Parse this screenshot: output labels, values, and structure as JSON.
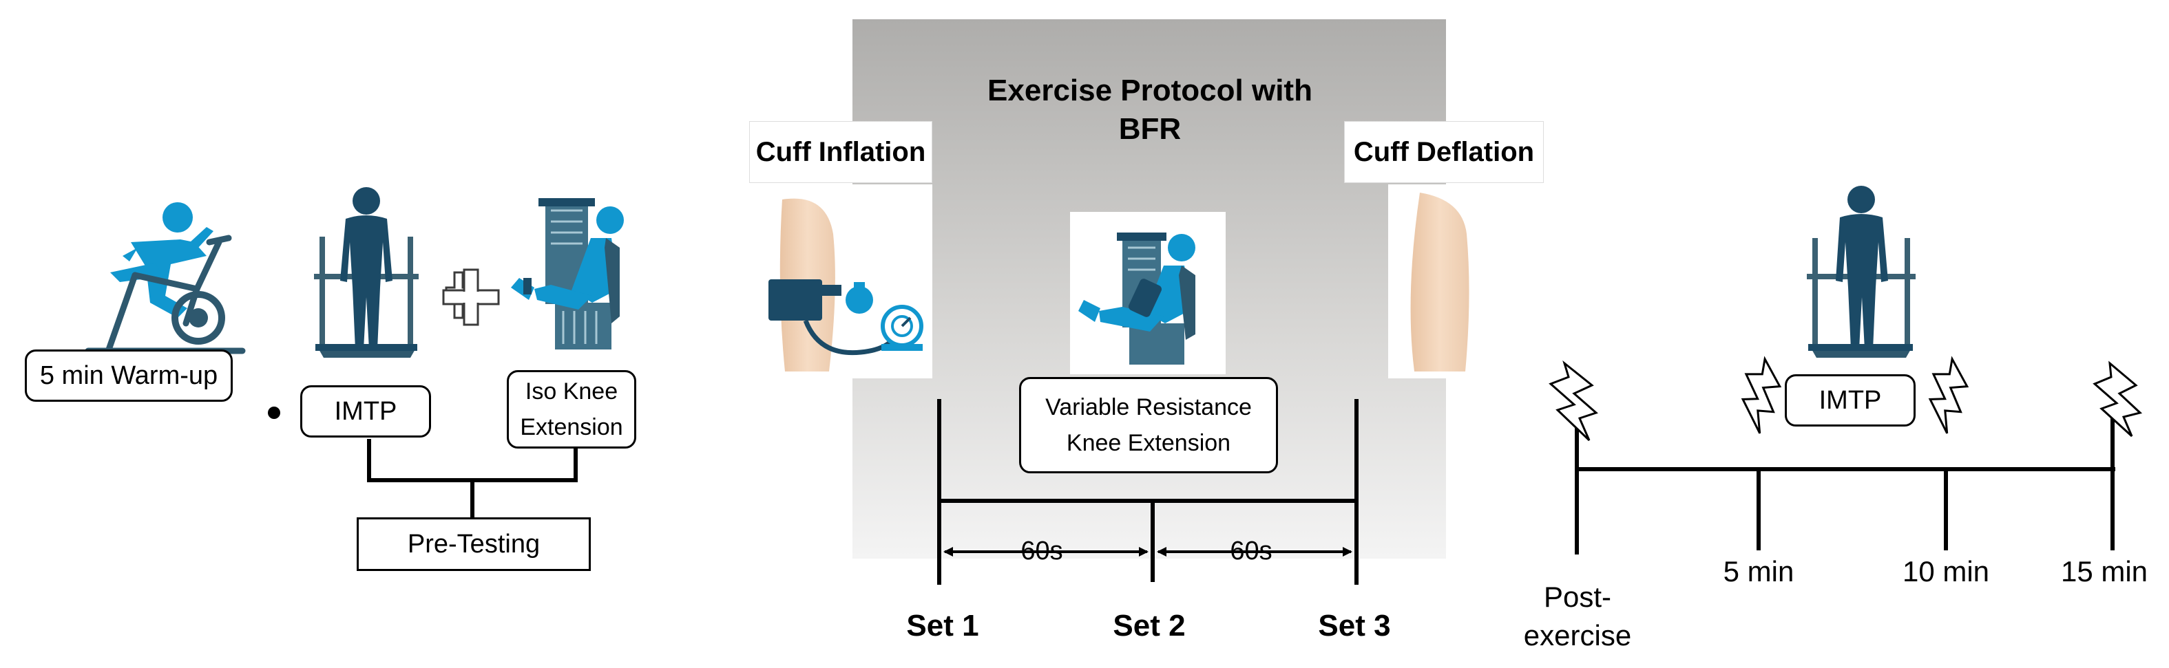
{
  "colors": {
    "accent_blue": "#1197cf",
    "dark_navy": "#1b4a66",
    "equipment_slate": "#3b6173",
    "bfr_gradient_top": "#aeadab",
    "bfr_gradient_bottom": "#ffffff",
    "skin": "#f2d2b6",
    "line": "#000000"
  },
  "pre_testing": {
    "warmup_label": "5 min Warm-up",
    "imtp_label": "IMTP",
    "iso_label_line1": "Iso Knee",
    "iso_label_line2": "Extension",
    "pretesting_label": "Pre-Testing",
    "icons": [
      "stationary-bike-icon",
      "imtp-platform-icon",
      "plus-icon",
      "knee-extension-machine-icon"
    ]
  },
  "bfr": {
    "title_line1": "Exercise Protocol with",
    "title_line2": "BFR",
    "cuff_inflation": "Cuff Inflation",
    "cuff_deflation": "Cuff Deflation",
    "exercise_line1": "Variable Resistance",
    "exercise_line2": "Knee Extension",
    "rest1": "60s",
    "rest2": "60s",
    "sets": [
      "Set 1",
      "Set 2",
      "Set 3"
    ],
    "icons": [
      "bp-cuff-icon",
      "leg-icon",
      "knee-extension-bfr-icon"
    ]
  },
  "post": {
    "imtp_label": "IMTP",
    "ticks": [
      "5 min",
      "10 min",
      "15 min"
    ],
    "post_line1": "Post-",
    "post_line2": "exercise",
    "icons": [
      "imtp-platform-icon",
      "lightning-icon"
    ]
  }
}
